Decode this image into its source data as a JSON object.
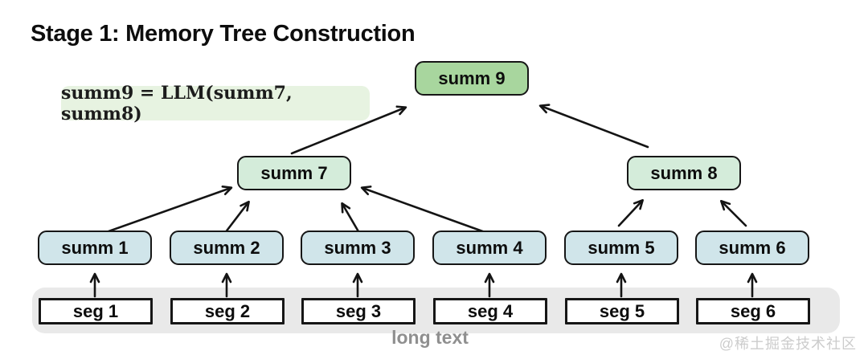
{
  "title": "Stage 1: Memory Tree Construction",
  "formula": {
    "text": "summ9 = LLM(summ7, summ8)"
  },
  "nodes": {
    "root": {
      "id": "summ9",
      "label": "summ 9"
    },
    "mid": [
      {
        "id": "summ7",
        "label": "summ 7"
      },
      {
        "id": "summ8",
        "label": "summ 8"
      }
    ],
    "leaves": [
      {
        "id": "summ1",
        "label": "summ 1"
      },
      {
        "id": "summ2",
        "label": "summ 2"
      },
      {
        "id": "summ3",
        "label": "summ 3"
      },
      {
        "id": "summ4",
        "label": "summ 4"
      },
      {
        "id": "summ5",
        "label": "summ 5"
      },
      {
        "id": "summ6",
        "label": "summ 6"
      }
    ],
    "segments": [
      {
        "id": "seg1",
        "label": "seg 1"
      },
      {
        "id": "seg2",
        "label": "seg 2"
      },
      {
        "id": "seg3",
        "label": "seg 3"
      },
      {
        "id": "seg4",
        "label": "seg 4"
      },
      {
        "id": "seg5",
        "label": "seg 5"
      },
      {
        "id": "seg6",
        "label": "seg 6"
      }
    ]
  },
  "edges": [
    {
      "from": "seg1",
      "to": "summ1"
    },
    {
      "from": "seg2",
      "to": "summ2"
    },
    {
      "from": "seg3",
      "to": "summ3"
    },
    {
      "from": "seg4",
      "to": "summ4"
    },
    {
      "from": "seg5",
      "to": "summ5"
    },
    {
      "from": "seg6",
      "to": "summ6"
    },
    {
      "from": "summ1",
      "to": "summ7"
    },
    {
      "from": "summ2",
      "to": "summ7"
    },
    {
      "from": "summ3",
      "to": "summ7"
    },
    {
      "from": "summ4",
      "to": "summ7"
    },
    {
      "from": "summ5",
      "to": "summ8"
    },
    {
      "from": "summ6",
      "to": "summ8"
    },
    {
      "from": "summ7",
      "to": "summ9"
    },
    {
      "from": "summ8",
      "to": "summ9"
    }
  ],
  "long_text_label": "long text",
  "watermark": "@稀土掘金技术社区",
  "colors": {
    "root_fill": "#a8d69e",
    "mid_fill": "#d4ecda",
    "leaf_fill": "#d0e5ea",
    "segment_fill": "#ffffff",
    "strip_fill": "#e9e9e9",
    "formula_fill": "#e7f3e1",
    "edge": "#141414",
    "muted_text": "#8f8f8f",
    "watermark_color": "#cccccc"
  }
}
